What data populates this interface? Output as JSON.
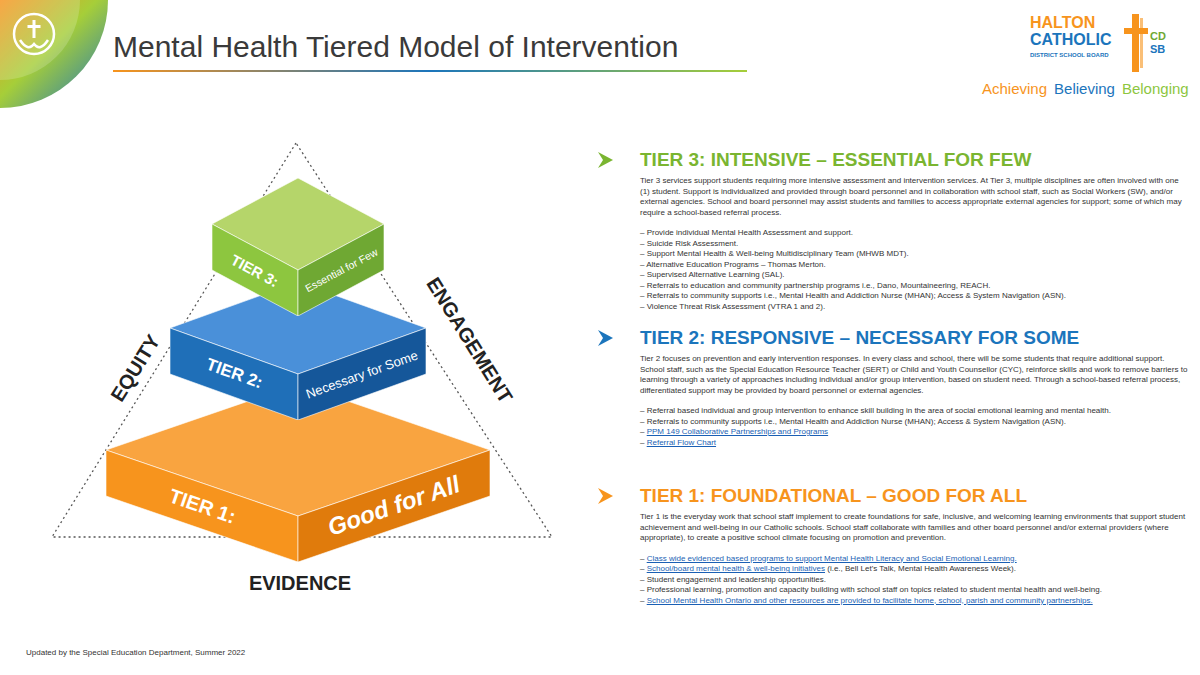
{
  "diagram": {
    "title": "Mental Health Tiered Model of Intervention",
    "nodes": [
      {
        "text": [
          "TIER 3:",
          "Essential for Few"
        ]
      },
      {
        "text": [
          "TIER 2:",
          "Necessary for Some"
        ]
      },
      {
        "text": [
          "TIER 1:",
          "Good for All"
        ]
      }
    ],
    "labels": [
      "Achieving",
      "Believing",
      "Belonging",
      "HALTON",
      "CATHOLIC",
      "DISTRICT SCHOOL BOARD",
      "CD",
      "SB",
      "EQUITY",
      "ENGAGEMENT",
      "EVIDENCE",
      "TIER 3: INTENSIVE – ESSENTIAL FOR FEW",
      "Tier 3 services support students requiring more intensive assessment and intervention services. At Tier 3, multiple disciplines are often involved with one (1) student. Support is individualized and provided through board personnel and in collaboration with school staff, such as Social Workers (SW), and/or external agencies. School and board personnel may assist students and families to access appropriate external agencies for support; some of which may require a school-based referral process.",
      "– Provide individual Mental Health Assessment and support.",
      "– Suicide Risk Assessment.",
      "– Support Mental Health & Well-being Multidisciplinary Team (MHWB MDT).",
      "– Alternative Education Programs – Thomas Merton.",
      "– Supervised Alternative Learning (SAL).",
      "– Referrals to education and community partnership programs i.e., Dano, Mountaineering, REACH.",
      "– Referrals to community supports i.e., Mental Health and Addiction Nurse (MHAN); Access & System Navigation (ASN).",
      "– Violence Threat Risk Assessment (VTRA 1 and 2).",
      "TIER 2: RESPONSIVE – NECESSARY FOR SOME",
      "Tier 2 focuses on prevention and early intervention responses. In every class and school, there will be some students that require additional support. School staff, such as the Special Education Resource Teacher (SERT) or Child and Youth Counsellor (CYC), reinforce skills and work to remove barriers to learning through a variety of approaches including individual and/or group intervention, based on student need. Through a school-based referral process, differentiated support may be provided by board personnel or external agencies.",
      "– Referral based individual and group intervention to enhance skill building in the area of social emotional learning and mental health.",
      "– Referrals to community supports i.e., Mental Health and Addiction Nurse (MHAN); Access & System Navigation (ASN).",
      "–",
      "PPM 149 Collaborative Partnerships and Programs",
      "–",
      "Referral Flow Chart",
      "TIER 1: FOUNDATIONAL – GOOD FOR ALL",
      "Tier 1 is the everyday work that school staff implement to create foundations for safe, inclusive, and welcoming learning environments that support student achievement and well-being in our Catholic schools. School staff collaborate with families and other board personnel and/or external providers (where appropriate), to create a positive school climate focusing on promotion and prevention.",
      "–",
      "Class wide evidenced based programs to support Mental Health Literacy and Social Emotional Learning.",
      "–",
      "School/board mental health & well-being initiatives",
      "(i.e., Bell Let's Talk, Mental Health Awareness Week).",
      "– Student engagement and leadership opportunities.",
      "– Professional learning, promotion and capacity building with school staff on topics related to student mental health and well-being.",
      "–",
      "School Mental Health Ontario and other resources are provided to facilitate home, school, parish and community partnerships.",
      "Updated by the Special Education Department, Summer 2022"
    ]
  }
}
